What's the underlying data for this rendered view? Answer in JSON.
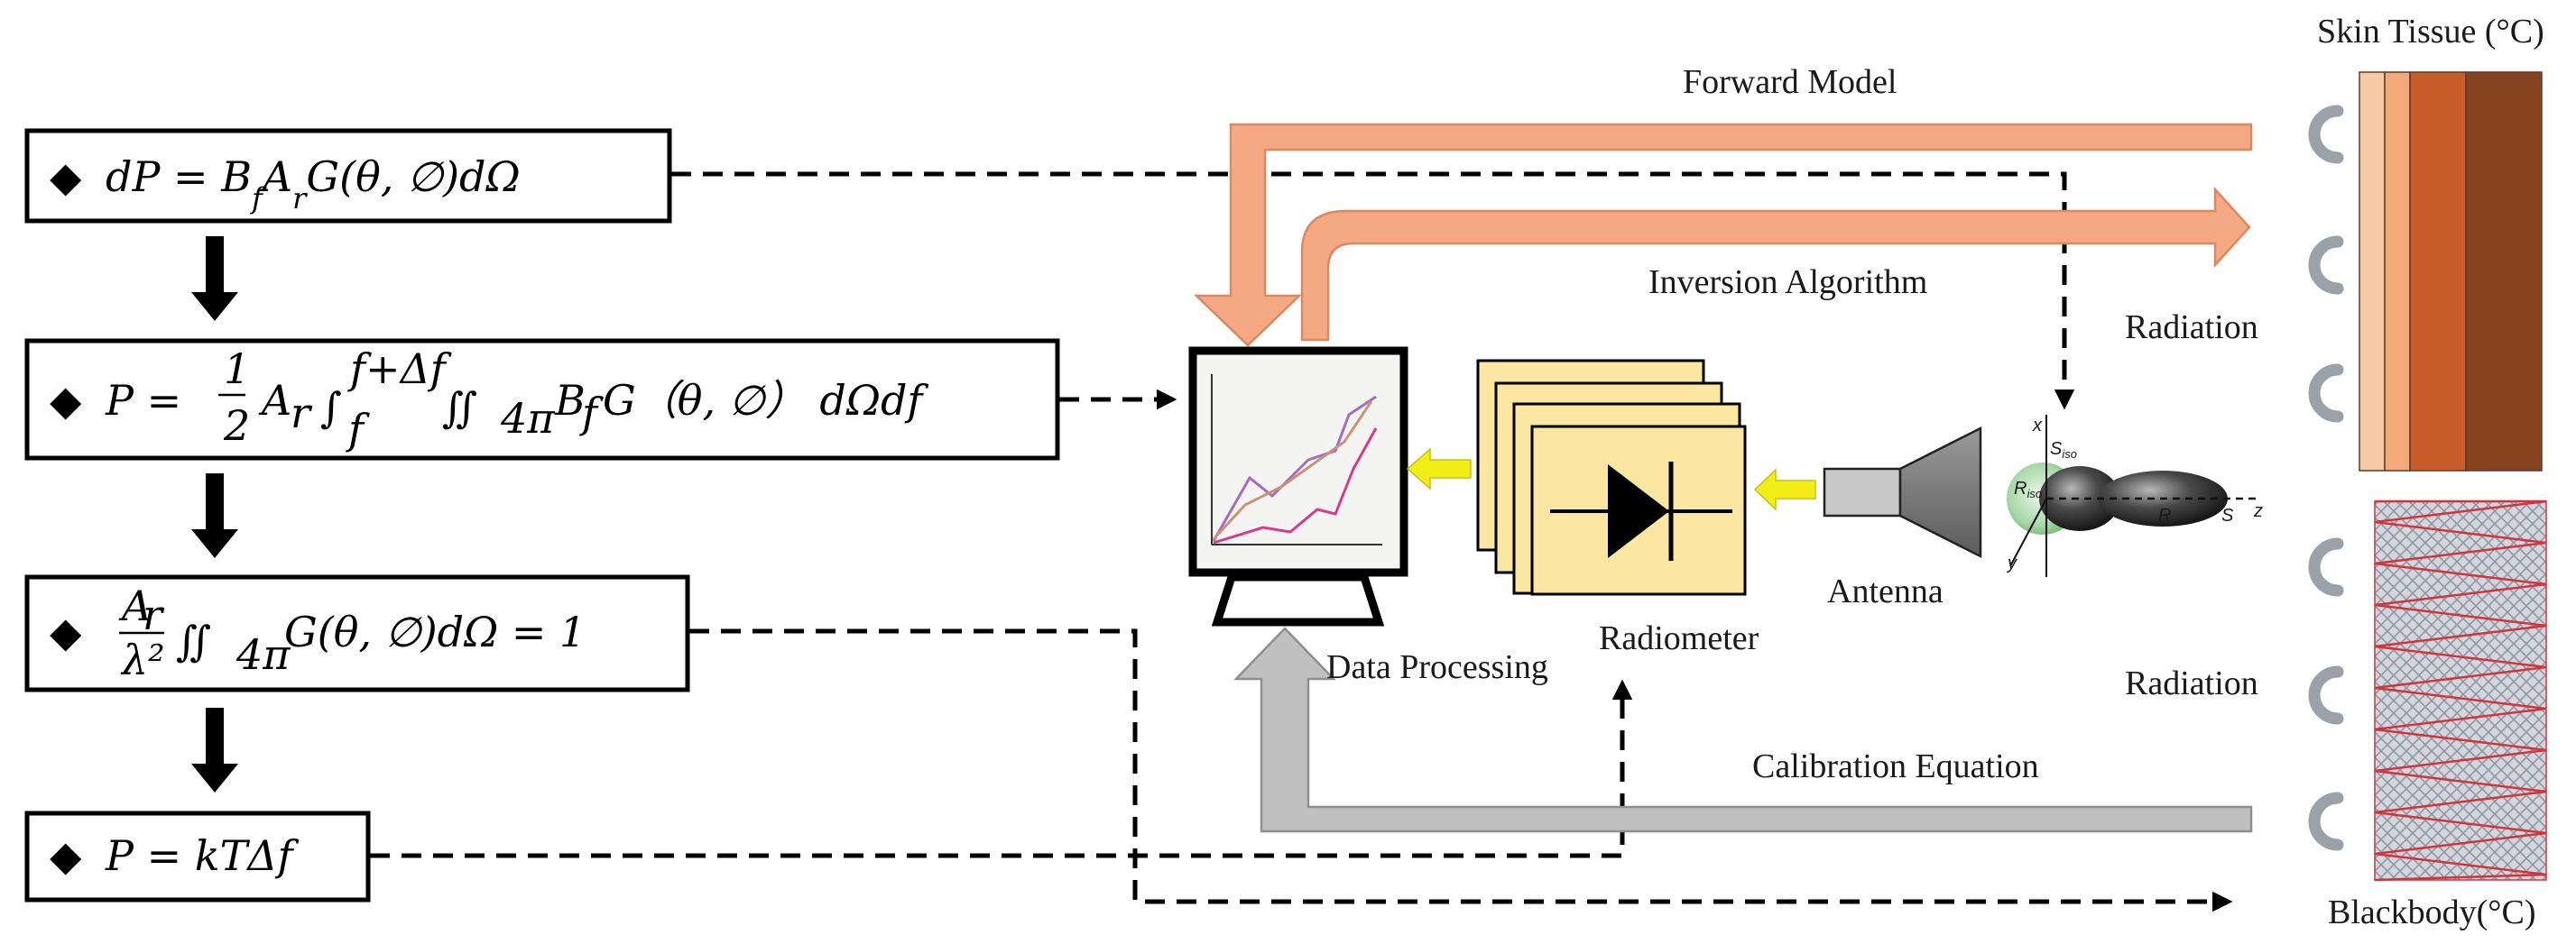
{
  "equations": [
    {
      "bullet": "◆",
      "text": "dP = B_f A_r G(θ,  ∅)dΩ"
    },
    {
      "bullet": "◆",
      "text": "P = ½ A_r ∫_f^{f+Δf} ∬_{4π} B_f G（θ,  ∅） dΩdf"
    },
    {
      "bullet": "◆",
      "text": "A_r/λ² ∬_{4π} G(θ,  ∅)dΩ = 1"
    },
    {
      "bullet": "◆",
      "text": "P = kTΔf"
    }
  ],
  "labels": {
    "forward_model": "Forward Model",
    "inversion_algorithm": "Inversion Algorithm",
    "calibration_equation": "Calibration Equation",
    "radiation_top": "Radiation",
    "radiation_bottom": "Radiation",
    "skin_tissue": "Skin Tissue (°C)",
    "blackbody": "Blackbody(°C)",
    "data_processing": "Data Processing",
    "radiometer": "Radiometer",
    "antenna": "Antenna"
  },
  "pattern_axes": {
    "x": "x",
    "y": "y",
    "z": "z",
    "s_iso": "S",
    "s_iso_sub": "iso",
    "r_iso": "R",
    "r_iso_sub": "iso",
    "r": "R",
    "s": "S"
  },
  "colors": {
    "model_arrow": "#f4a983",
    "model_arrow_edge": "#d98a62",
    "calibration_arrow": "#c0c0c0",
    "calibration_arrow_edge": "#8e8e8e",
    "radiometer_fill": "#fbe6a2",
    "small_arrow": "#f2ec17",
    "tissue_layers": [
      "#f8c9a5",
      "#f2aa78",
      "#c75d2b",
      "#86411f"
    ],
    "blackbody_edge": "#d1343b",
    "blackbody_fill": "#c9ced6"
  }
}
